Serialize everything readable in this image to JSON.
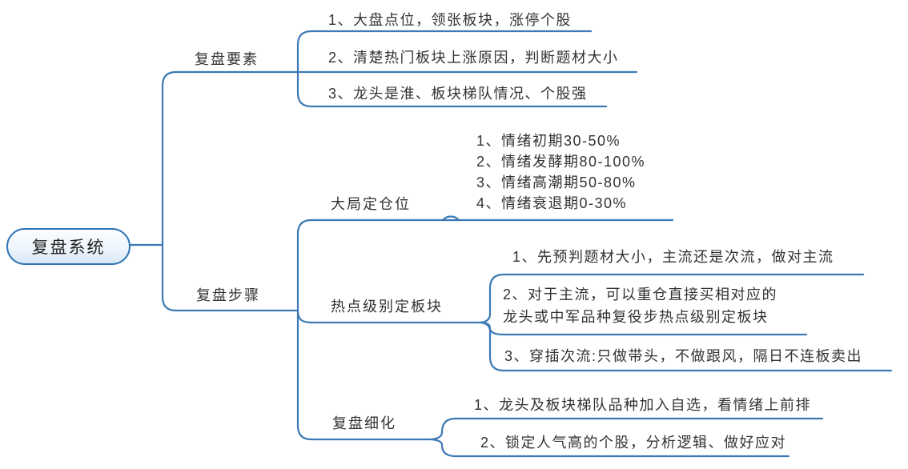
{
  "root": {
    "label": "复盘系统"
  },
  "branches": [
    {
      "label": "复盘要素",
      "children": [
        {
          "text": "1、大盘点位，领张板块，涨停个股"
        },
        {
          "text": "2、清楚热门板块上涨原因，判断题材大小"
        },
        {
          "text": "3、龙头是淮、板块梯队情况、个股强"
        }
      ]
    },
    {
      "label": "复盘步骤",
      "children": [
        {
          "label": "大局定仓位",
          "children": [
            {
              "lines": [
                "1、情绪初期30-50%",
                "2、情绪发酵期80-100%",
                "3、情绪高潮期50-80%",
                "4、情绪衰退期0-30%"
              ]
            }
          ]
        },
        {
          "label": "热点级别定板块",
          "children": [
            {
              "text": "1、先预判题材大小，主流还是次流，做对主流"
            },
            {
              "lines": [
                "2、对于主流，可以重仓直接买相对应的",
                "龙头或中军品种复役步热点级别定板块"
              ]
            },
            {
              "text": "3、穿插次流:只做带头，不做跟风，隔日不连板卖出"
            }
          ]
        },
        {
          "label": "复盘细化",
          "children": [
            {
              "text": "1、龙头及板块梯队品种加入自选，看情绪上前排"
            },
            {
              "text": "2、锁定人气高的个股，分析逻辑、做好应对"
            }
          ]
        }
      ]
    }
  ],
  "colors": {
    "line": "#3d7ab5",
    "text": "#333333",
    "root_border": "#2e75b6",
    "root_fill": "#e7f0fa"
  }
}
